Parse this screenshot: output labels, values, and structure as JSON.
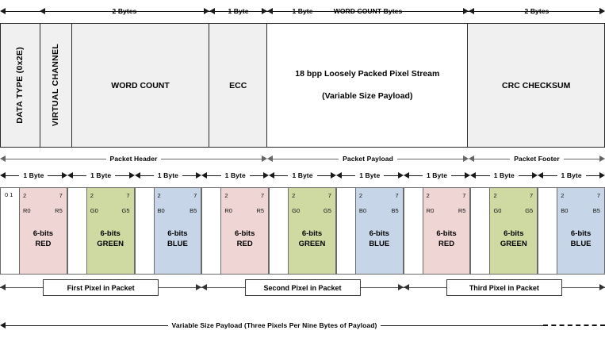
{
  "top_dims": [
    {
      "label": "1 Byte"
    },
    {
      "label": "2 Bytes"
    },
    {
      "label": "1 Byte"
    },
    {
      "label": "WORD COUNT Bytes"
    },
    {
      "label": "2 Bytes"
    }
  ],
  "packet_fields": [
    {
      "name": "data-type",
      "label": "DATA TYPE (0x2E)",
      "orientation": "vertical",
      "fill": "#f0f0f0"
    },
    {
      "name": "virtual-channel",
      "label": "VIRTUAL CHANNEL",
      "orientation": "vertical",
      "fill": "#f0f0f0"
    },
    {
      "name": "word-count",
      "label": "WORD COUNT",
      "orientation": "horizontal",
      "fill": "#f0f0f0"
    },
    {
      "name": "ecc",
      "label": "ECC",
      "orientation": "horizontal",
      "fill": "#f0f0f0"
    },
    {
      "name": "payload",
      "label": "18 bpp Loosely Packed Pixel Stream",
      "label2": "(Variable Size Payload)",
      "orientation": "horizontal",
      "fill": "#ffffff"
    },
    {
      "name": "crc-checksum",
      "label": "CRC CHECKSUM",
      "orientation": "horizontal",
      "fill": "#f0f0f0"
    }
  ],
  "section_dims": [
    {
      "label": "Packet Header"
    },
    {
      "label": "Packet Payload"
    },
    {
      "label": "Packet Footer"
    }
  ],
  "byte_dims": [
    {
      "label": "1 Byte"
    },
    {
      "label": "1 Byte"
    },
    {
      "label": "1 Byte"
    },
    {
      "label": "1 Byte"
    },
    {
      "label": "1 Byte"
    },
    {
      "label": "1 Byte"
    },
    {
      "label": "1 Byte"
    },
    {
      "label": "1 Byte"
    },
    {
      "label": "1 Byte"
    }
  ],
  "first_bits": "0 1",
  "byte_cells": [
    {
      "bit_lo": "2",
      "bit_hi": "7",
      "lbl_lo": "R0",
      "lbl_hi": "R5",
      "t1": "6-bits",
      "t2": "RED",
      "color": "#f0d5d5"
    },
    {
      "bit_lo": "2",
      "bit_hi": "7",
      "lbl_lo": "G0",
      "lbl_hi": "G5",
      "t1": "6-bits",
      "t2": "GREEN",
      "color": "#cedaa2"
    },
    {
      "bit_lo": "2",
      "bit_hi": "7",
      "lbl_lo": "B0",
      "lbl_hi": "B5",
      "t1": "6-bits",
      "t2": "BLUE",
      "color": "#c6d6e8"
    },
    {
      "bit_lo": "2",
      "bit_hi": "7",
      "lbl_lo": "R0",
      "lbl_hi": "R5",
      "t1": "6-bits",
      "t2": "RED",
      "color": "#f0d5d5"
    },
    {
      "bit_lo": "2",
      "bit_hi": "7",
      "lbl_lo": "G0",
      "lbl_hi": "G5",
      "t1": "6-bits",
      "t2": "GREEN",
      "color": "#cedaa2"
    },
    {
      "bit_lo": "2",
      "bit_hi": "7",
      "lbl_lo": "B0",
      "lbl_hi": "B5",
      "t1": "6-bits",
      "t2": "BLUE",
      "color": "#c6d6e8"
    },
    {
      "bit_lo": "2",
      "bit_hi": "7",
      "lbl_lo": "R0",
      "lbl_hi": "R5",
      "t1": "6-bits",
      "t2": "RED",
      "color": "#f0d5d5"
    },
    {
      "bit_lo": "2",
      "bit_hi": "7",
      "lbl_lo": "G0",
      "lbl_hi": "G5",
      "t1": "6-bits",
      "t2": "GREEN",
      "color": "#cedaa2"
    },
    {
      "bit_lo": "2",
      "bit_hi": "7",
      "lbl_lo": "B0",
      "lbl_hi": "B5",
      "t1": "6-bits",
      "t2": "BLUE",
      "color": "#c6d6e8"
    }
  ],
  "pixel_captions": [
    {
      "label": "First Pixel in Packet"
    },
    {
      "label": "Second Pixel in Packet"
    },
    {
      "label": "Third Pixel in Packet"
    }
  ],
  "footer_dim": {
    "label": "Variable Size Payload (Three Pixels Per Nine Bytes of Payload)"
  },
  "colors": {
    "red_fill": "#f0d5d5",
    "green_fill": "#cedaa2",
    "blue_fill": "#c6d6e8",
    "box_fill": "#f0f0f0",
    "payload_fill": "#ffffff",
    "stroke": "#2b2b2b",
    "cell_stroke": "#6b6b6b"
  }
}
